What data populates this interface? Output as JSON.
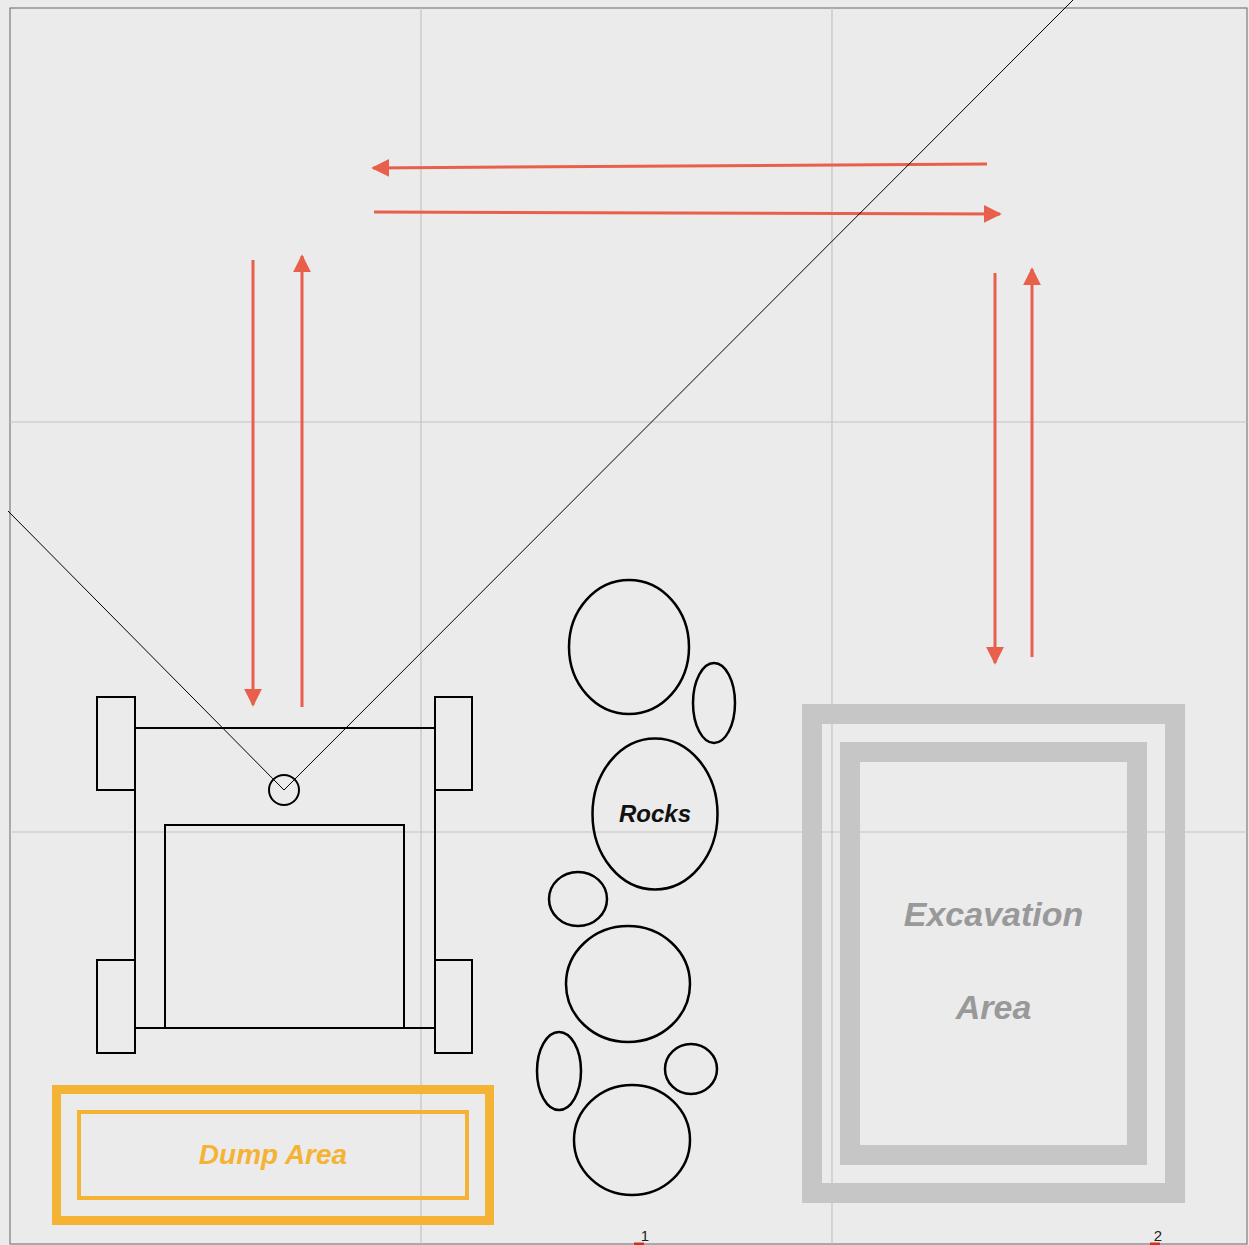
{
  "diagram": {
    "nodes": [
      {
        "text": [
          "Dump Area"
        ]
      },
      {
        "text": [
          "Rocks"
        ]
      },
      {
        "text": [
          "Excavation Area"
        ]
      }
    ],
    "labels": [
      "1",
      "2"
    ]
  }
}
